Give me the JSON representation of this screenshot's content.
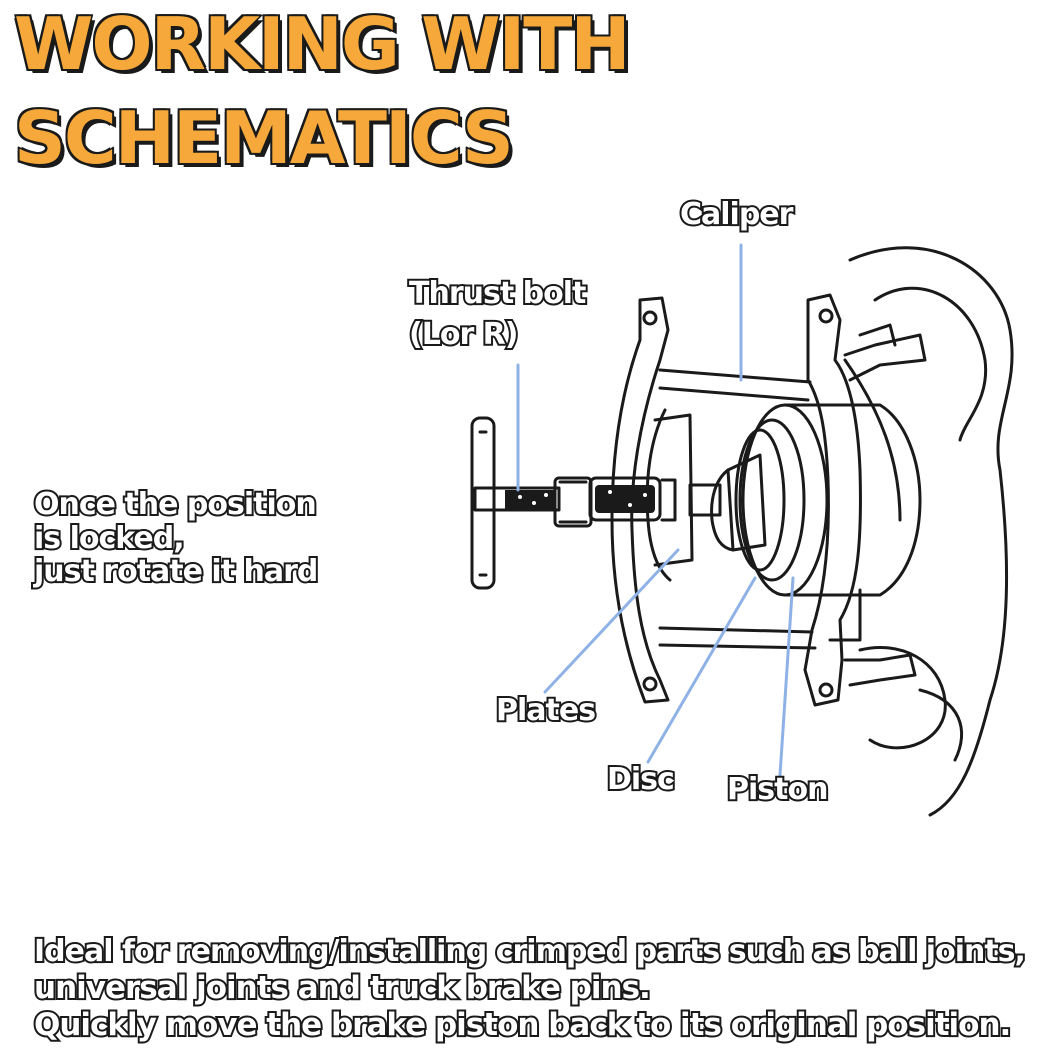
{
  "title": {
    "line1": "WORKING WITH",
    "line2": "SCHEMATICS"
  },
  "labels": {
    "caliper": "Caliper",
    "thrust_bolt_1": "Thrust bolt",
    "thrust_bolt_2": "(Lor R)",
    "plates": "Plates",
    "disc": "Disc",
    "piston": "Piston"
  },
  "side_note": {
    "line1": "Once the position",
    "line2": "is locked,",
    "line3": "just rotate it hard"
  },
  "footer": {
    "line1": "Ideal for removing/installing crimped parts such as ball joints,",
    "line2": "universal joints and truck brake pins.",
    "line3": "Quickly move the brake piston back to its original position."
  },
  "colors": {
    "headline": "#f6a93a",
    "leader": "#8fb2e6",
    "ink": "#1a1a1a"
  }
}
